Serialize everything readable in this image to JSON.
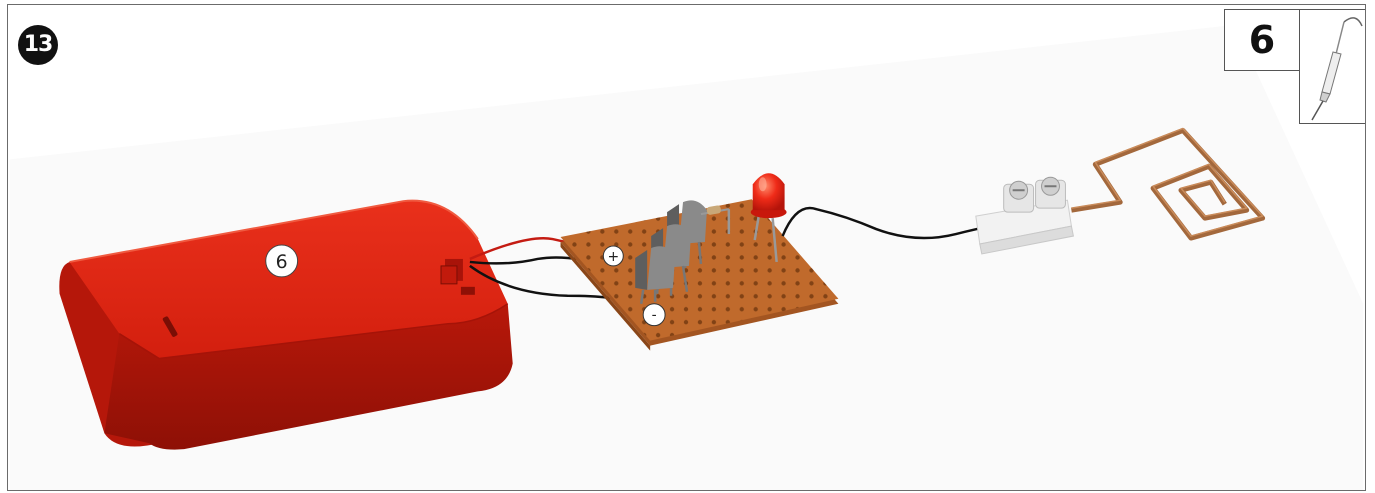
{
  "step": {
    "number": "13"
  },
  "tool_panel": {
    "count": "6",
    "icon": "soldering-iron-icon"
  },
  "battery_pack": {
    "label": "6",
    "color": "#d92010"
  },
  "stripboard": {
    "plus_label": "+",
    "minus_label": "-",
    "color": "#c06a2c"
  },
  "led": {
    "color": "#e8281a"
  },
  "colors": {
    "wire_black": "#111111",
    "wire_red": "#c41b12",
    "copper_spiral": "#a3683c",
    "terminal_block": "#eeeeee"
  }
}
